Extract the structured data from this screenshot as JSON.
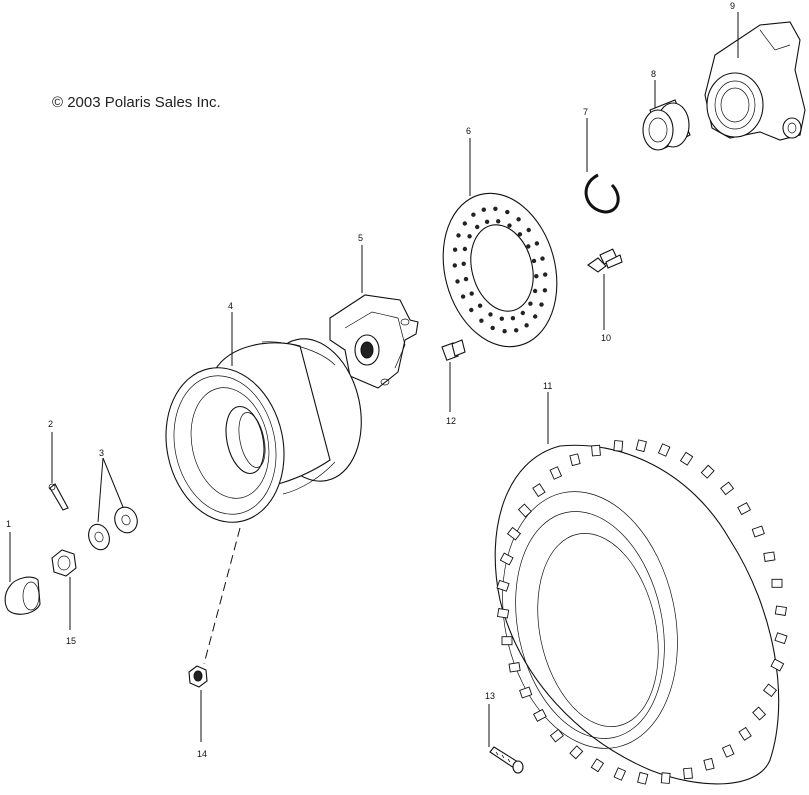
{
  "copyright": "© 2003 Polaris Sales Inc.",
  "callouts": [
    "1",
    "2",
    "3",
    "4",
    "5",
    "6",
    "7",
    "8",
    "9",
    "10",
    "11",
    "12",
    "13",
    "14",
    "15"
  ]
}
